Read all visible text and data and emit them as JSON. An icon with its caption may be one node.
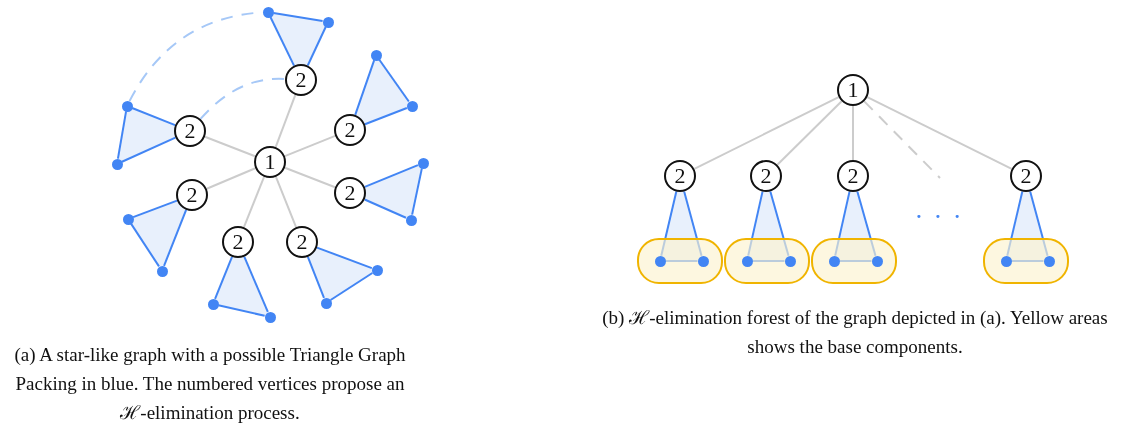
{
  "diagram": {
    "nodes": [
      {
        "text": [
          "1"
        ]
      },
      {
        "text": [
          "2"
        ]
      },
      {
        "text": [],
        "shape": "circle"
      },
      {
        "text": [],
        "shape": "circle"
      },
      {
        "text": [
          "2"
        ]
      },
      {
        "text": [],
        "shape": "circle"
      },
      {
        "text": [],
        "shape": "circle"
      },
      {
        "text": [
          "2"
        ]
      },
      {
        "text": [],
        "shape": "circle"
      },
      {
        "text": [],
        "shape": "circle"
      },
      {
        "text": [
          "2"
        ]
      },
      {
        "text": [],
        "shape": "circle"
      },
      {
        "text": [],
        "shape": "circle"
      },
      {
        "text": [
          "2"
        ]
      },
      {
        "text": [],
        "shape": "circle"
      },
      {
        "text": [],
        "shape": "circle"
      },
      {
        "text": [
          "2"
        ]
      },
      {
        "text": [],
        "shape": "circle"
      },
      {
        "text": [],
        "shape": "circle"
      },
      {
        "text": [
          "2"
        ]
      },
      {
        "text": [],
        "shape": "circle"
      },
      {
        "text": [],
        "shape": "circle"
      },
      {
        "text": [
          "1"
        ]
      },
      {
        "text": [
          "2"
        ]
      },
      {
        "text": [
          "2"
        ]
      },
      {
        "text": [
          "2"
        ]
      },
      {
        "text": [
          "2"
        ]
      },
      {
        "text": [],
        "shape": "box"
      },
      {
        "text": [],
        "shape": "box"
      },
      {
        "text": [],
        "shape": "box"
      },
      {
        "text": [],
        "shape": "box"
      },
      {
        "text": [],
        "shape": "circle",
        "in": 27
      },
      {
        "text": [],
        "shape": "circle",
        "in": 27
      },
      {
        "text": [],
        "shape": "circle",
        "in": 28
      },
      {
        "text": [],
        "shape": "circle",
        "in": 28
      },
      {
        "text": [],
        "shape": "circle",
        "in": 29
      },
      {
        "text": [],
        "shape": "circle",
        "in": 29
      },
      {
        "text": [],
        "shape": "circle",
        "in": 30
      },
      {
        "text": [],
        "shape": "circle",
        "in": 30
      }
    ],
    "edges": [
      {
        "from": 0,
        "to": 1,
        "arrow": "none",
        "color": "#cccccc"
      },
      {
        "from": 0,
        "to": 4,
        "arrow": "none",
        "color": "#cccccc"
      },
      {
        "from": 0,
        "to": 7,
        "arrow": "none",
        "color": "#cccccc"
      },
      {
        "from": 0,
        "to": 10,
        "arrow": "none",
        "color": "#cccccc"
      },
      {
        "from": 0,
        "to": 13,
        "arrow": "none",
        "color": "#cccccc"
      },
      {
        "from": 0,
        "to": 16,
        "arrow": "none",
        "color": "#cccccc"
      },
      {
        "from": 0,
        "to": 19,
        "arrow": "none",
        "color": "#cccccc"
      },
      {
        "from": 1,
        "to": 2,
        "arrow": "none"
      },
      {
        "from": 1,
        "to": 3,
        "arrow": "none"
      },
      {
        "from": 2,
        "to": 3,
        "arrow": "none"
      },
      {
        "from": 4,
        "to": 5,
        "arrow": "none"
      },
      {
        "from": 4,
        "to": 6,
        "arrow": "none"
      },
      {
        "from": 5,
        "to": 6,
        "arrow": "none"
      },
      {
        "from": 7,
        "to": 8,
        "arrow": "none"
      },
      {
        "from": 7,
        "to": 9,
        "arrow": "none"
      },
      {
        "from": 8,
        "to": 9,
        "arrow": "none"
      },
      {
        "from": 10,
        "to": 11,
        "arrow": "none"
      },
      {
        "from": 10,
        "to": 12,
        "arrow": "none"
      },
      {
        "from": 11,
        "to": 12,
        "arrow": "none"
      },
      {
        "from": 13,
        "to": 14,
        "arrow": "none"
      },
      {
        "from": 13,
        "to": 15,
        "arrow": "none"
      },
      {
        "from": 14,
        "to": 15,
        "arrow": "none"
      },
      {
        "from": 16,
        "to": 17,
        "arrow": "none"
      },
      {
        "from": 16,
        "to": 18,
        "arrow": "none"
      },
      {
        "from": 17,
        "to": 18,
        "arrow": "none"
      },
      {
        "from": 19,
        "to": 20,
        "arrow": "none"
      },
      {
        "from": 19,
        "to": 21,
        "arrow": "none"
      },
      {
        "from": 20,
        "to": 21,
        "arrow": "none"
      },
      {
        "from": 5,
        "to": 2,
        "arrow": "none",
        "style": "dashed",
        "color": "#a6c8f7"
      },
      {
        "from": 4,
        "to": 1,
        "arrow": "none",
        "style": "dashed",
        "color": "#a6c8f7"
      },
      {
        "from": 22,
        "to": 23,
        "arrow": "none",
        "color": "#cccccc"
      },
      {
        "from": 22,
        "to": 24,
        "arrow": "none",
        "color": "#cccccc"
      },
      {
        "from": 22,
        "to": 25,
        "arrow": "none",
        "color": "#cccccc"
      },
      {
        "from": 22,
        "to": 26,
        "arrow": "none",
        "color": "#cccccc"
      },
      {
        "from": 22,
        "to": null,
        "arrow": "none",
        "style": "dashed",
        "color": "#cccccc"
      },
      {
        "from": 23,
        "to": 31,
        "arrow": "none"
      },
      {
        "from": 23,
        "to": 32,
        "arrow": "none"
      },
      {
        "from": 31,
        "to": 32,
        "arrow": "none"
      },
      {
        "from": 24,
        "to": 33,
        "arrow": "none"
      },
      {
        "from": 24,
        "to": 34,
        "arrow": "none"
      },
      {
        "from": 33,
        "to": 34,
        "arrow": "none"
      },
      {
        "from": 25,
        "to": 35,
        "arrow": "none"
      },
      {
        "from": 25,
        "to": 36,
        "arrow": "none"
      },
      {
        "from": 35,
        "to": 36,
        "arrow": "none"
      },
      {
        "from": 26,
        "to": 37,
        "arrow": "none"
      },
      {
        "from": 26,
        "to": 38,
        "arrow": "none"
      },
      {
        "from": 37,
        "to": 38,
        "arrow": "none"
      }
    ],
    "labels": [
      "· · ·",
      "(a) A star-like graph with a possible Triangle Graph Packing in blue. The numbered vertices propose an ℋ-elimination process.",
      "(b) ℋ-elimination forest of the graph depicted in (a). Yellow areas shows the base components."
    ]
  }
}
